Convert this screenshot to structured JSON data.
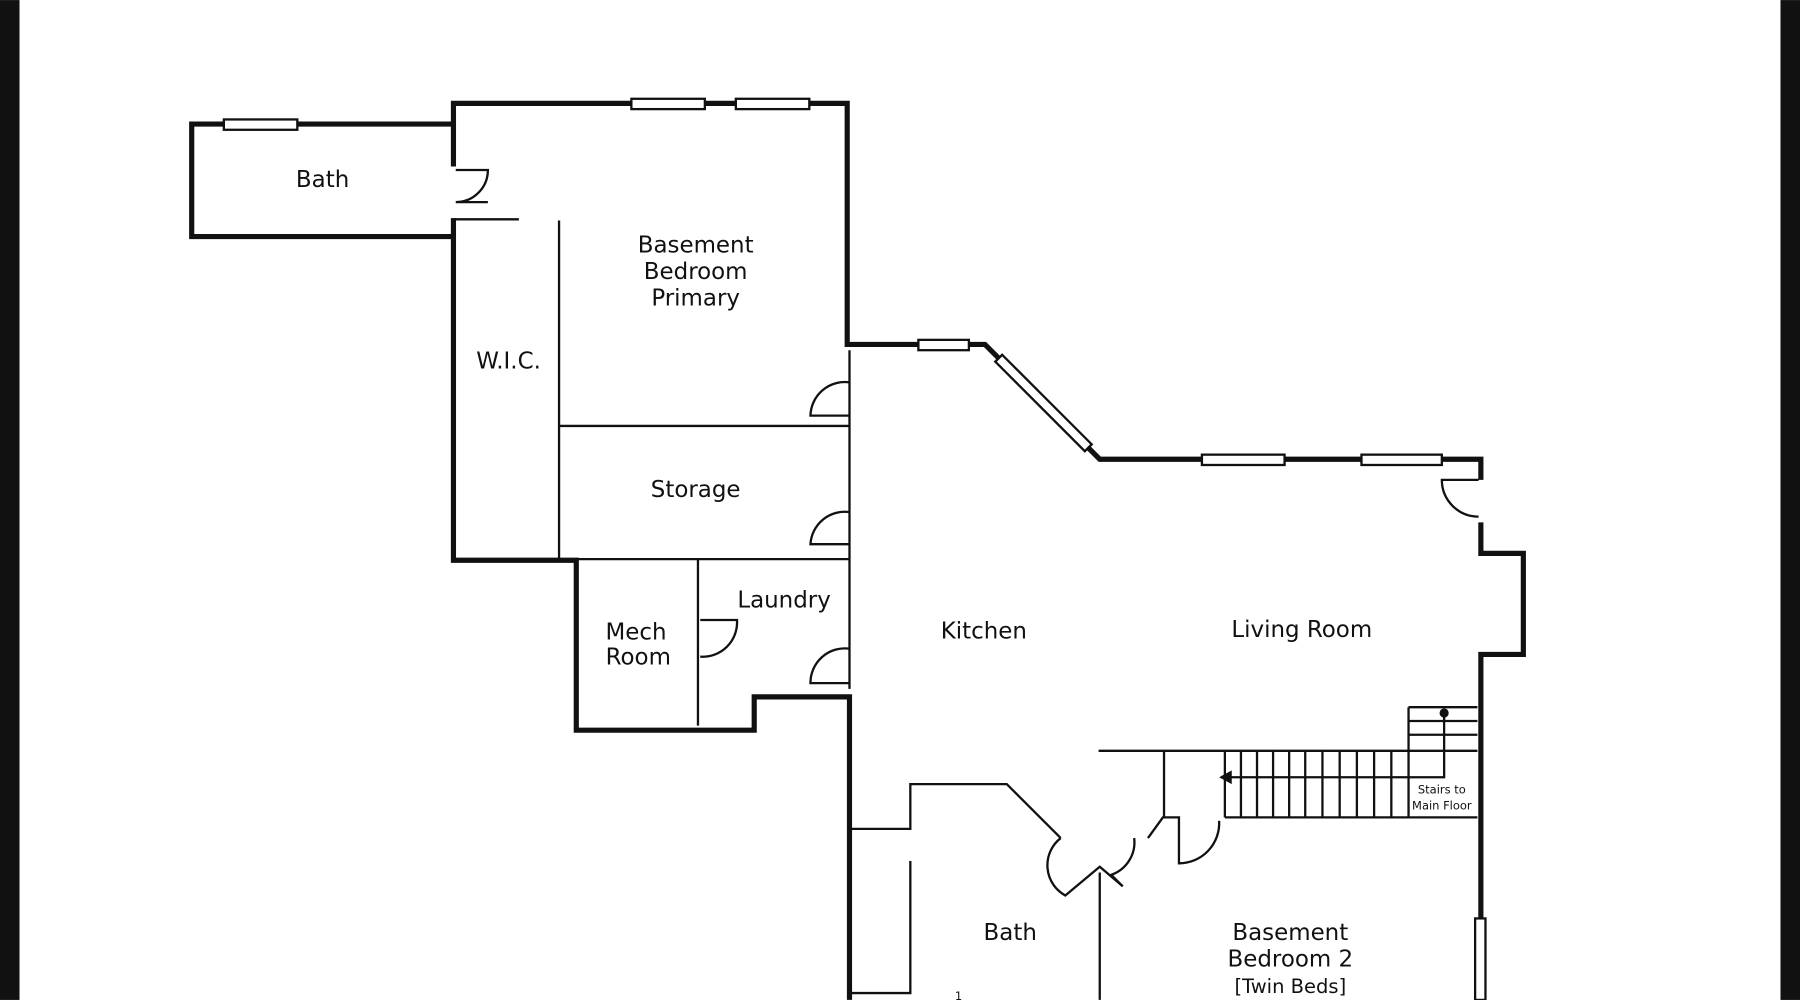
{
  "floor_plan": {
    "rooms": {
      "bath_upper": "Bath",
      "primary_bedroom": [
        "Basement",
        "Bedroom",
        "Primary"
      ],
      "wic": "W.I.C.",
      "storage": "Storage",
      "laundry": "Laundry",
      "mech_room": [
        "Mech",
        "Room"
      ],
      "kitchen": "Kitchen",
      "living_room": "Living Room",
      "bath_lower": "Bath",
      "bedroom_2": [
        "Basement",
        "Bedroom 2",
        "[Twin Beds]"
      ]
    },
    "stairs_label": [
      "Stairs to",
      "Main Floor"
    ],
    "bath_lower_mark": "1"
  }
}
